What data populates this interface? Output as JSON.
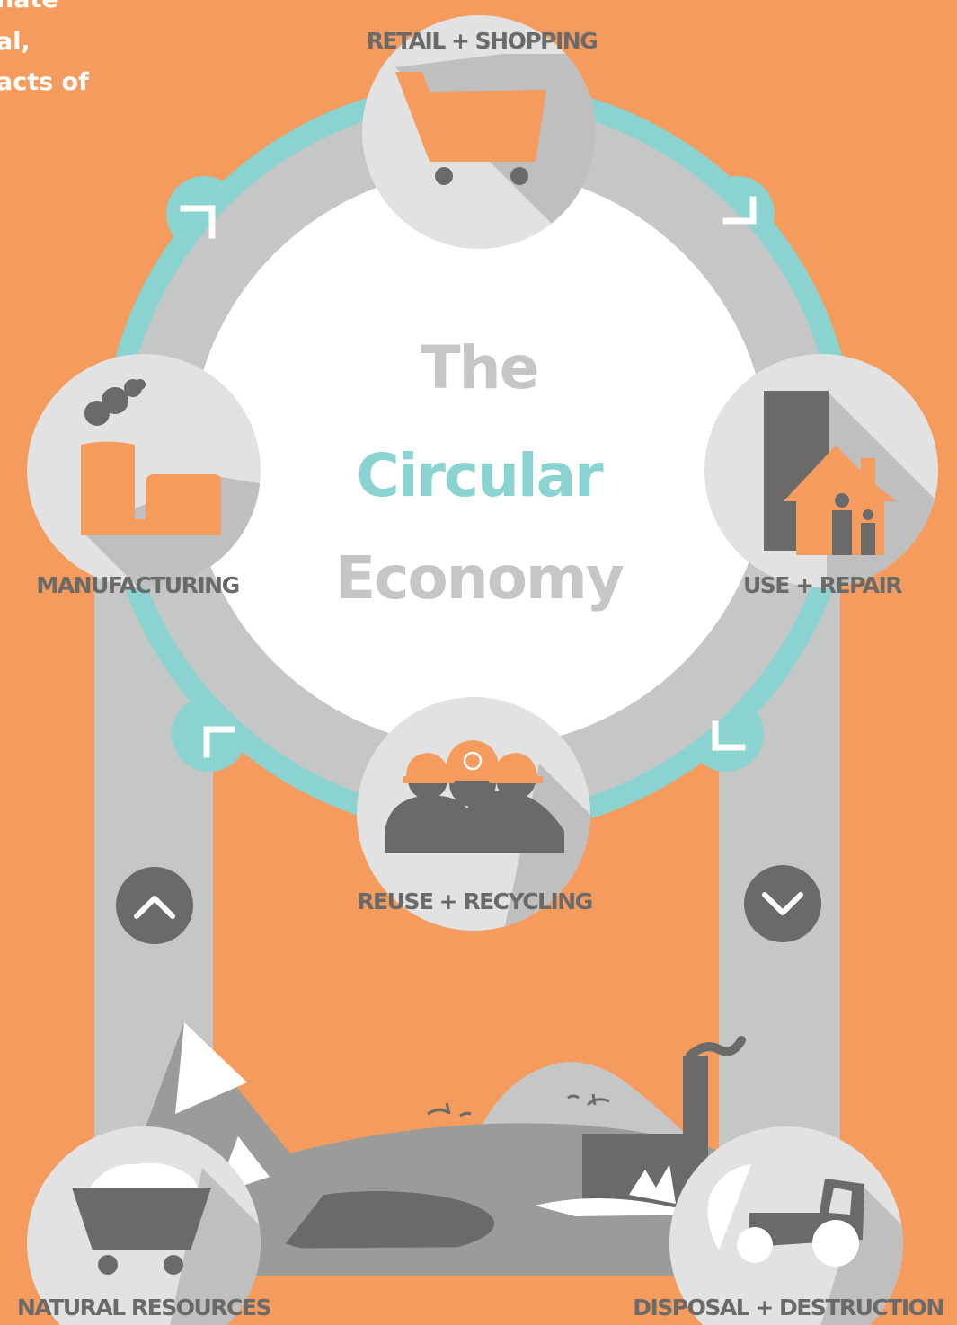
{
  "colors": {
    "background": "#f59b5e",
    "teal": "#8ad3d1",
    "ring_gray": "#c5c6c6",
    "node_light": "#e1e2e1",
    "node_shadow": "#bebfbe",
    "dark_gray": "#6a6a69",
    "white": "#ffffff"
  },
  "intro_text": {
    "line1": "nate",
    "line2": "al,",
    "line3": "acts of"
  },
  "title": {
    "line1": "The",
    "line2": "Circular",
    "line3": "Economy"
  },
  "stages": [
    {
      "label": "RETAIL + SHOPPING",
      "icon": "shopping-cart-icon"
    },
    {
      "label": "USE + REPAIR",
      "icon": "family-home-icon"
    },
    {
      "label": "REUSE + RECYCLING",
      "icon": "workers-hardhat-icon"
    },
    {
      "label": "MANUFACTURING",
      "icon": "factory-icon"
    },
    {
      "label": "NATURAL RESOURCES",
      "icon": "mine-cart-icon"
    },
    {
      "label": "DISPOSAL + DESTRUCTION",
      "icon": "bulldozer-icon"
    }
  ],
  "flow_arrows": {
    "left_column": "chevron-up-icon",
    "right_column": "chevron-down-icon"
  }
}
